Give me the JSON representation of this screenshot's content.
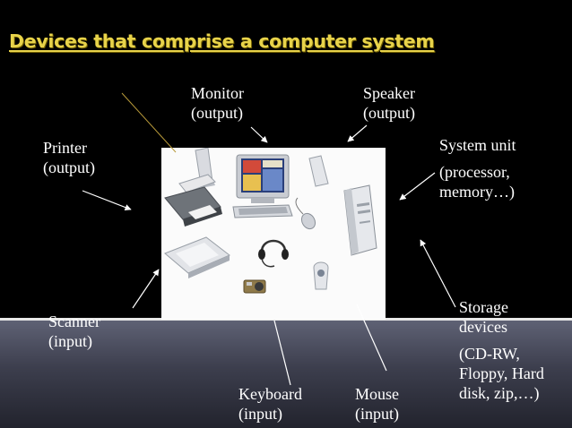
{
  "slide": {
    "title": "Devices that comprise a computer system"
  },
  "labels": {
    "monitor": {
      "line1": "Monitor",
      "line2": "(output)"
    },
    "speaker": {
      "line1": "Speaker",
      "line2": "(output)"
    },
    "printer": {
      "line1": "Printer",
      "line2": "(output)"
    },
    "system_unit": {
      "line1": "System unit",
      "line2": "(processor,",
      "line3": "memory…)"
    },
    "scanner": {
      "line1": "Scanner",
      "line2": "(input)"
    },
    "storage": {
      "line1": "Storage",
      "line2": "devices",
      "line3": "(CD-RW,",
      "line4": "Floppy, Hard",
      "line5": "disk, zip,…)"
    },
    "keyboard": {
      "line1": "Keyboard",
      "line2": "(input)"
    },
    "mouse": {
      "line1": "Mouse",
      "line2": "(input)"
    }
  },
  "colors": {
    "background": "#000000",
    "title": "#e8d34a",
    "text": "#ffffff",
    "bottom_band": "#3c3e4d"
  },
  "icons": [
    "monitor-icon",
    "speaker-icon",
    "printer-icon",
    "keyboard-icon",
    "mouse-icon",
    "headset-icon",
    "scanner-icon",
    "camera-icon",
    "webcam-icon",
    "system-unit-icon"
  ]
}
